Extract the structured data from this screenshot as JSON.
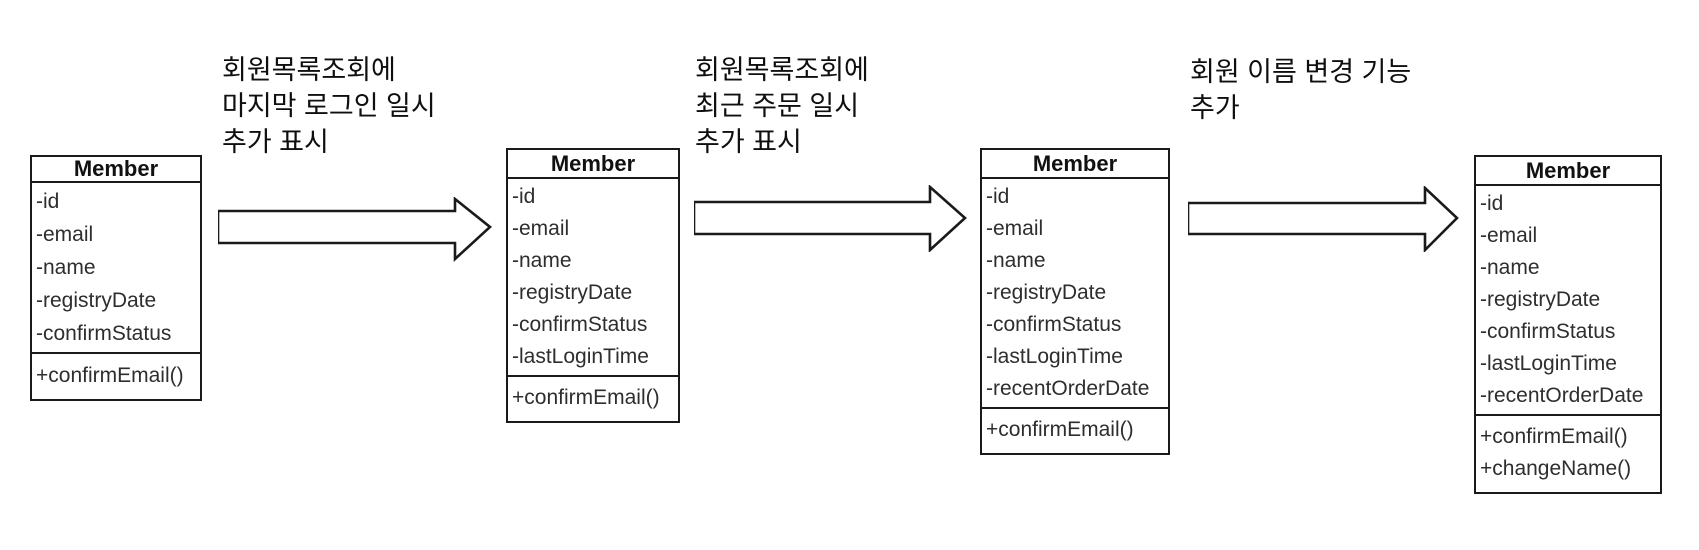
{
  "colors": {
    "stroke": "#1a1a1a",
    "text": "#2e2e2e",
    "background": "#ffffff"
  },
  "annotations": [
    {
      "lines": [
        "회원목록조회에",
        "마지막 로그인 일시",
        "추가 표시"
      ]
    },
    {
      "lines": [
        "회원목록조회에",
        "최근 주문 일시",
        "추가 표시"
      ]
    },
    {
      "lines": [
        "회원 이름 변경 기능",
        "추가"
      ]
    }
  ],
  "classes": [
    {
      "title": "Member",
      "attributes": [
        "-id",
        "-email",
        "-name",
        "-registryDate",
        "-confirmStatus"
      ],
      "methods": [
        "+confirmEmail()"
      ]
    },
    {
      "title": "Member",
      "attributes": [
        "-id",
        "-email",
        "-name",
        "-registryDate",
        "-confirmStatus",
        "-lastLoginTime"
      ],
      "methods": [
        "+confirmEmail()"
      ]
    },
    {
      "title": "Member",
      "attributes": [
        "-id",
        "-email",
        "-name",
        "-registryDate",
        "-confirmStatus",
        "-lastLoginTime",
        "-recentOrderDate"
      ],
      "methods": [
        "+confirmEmail()"
      ]
    },
    {
      "title": "Member",
      "attributes": [
        "-id",
        "-email",
        "-name",
        "-registryDate",
        "-confirmStatus",
        "-lastLoginTime",
        "-recentOrderDate"
      ],
      "methods": [
        "+confirmEmail()",
        "+changeName()"
      ]
    }
  ]
}
